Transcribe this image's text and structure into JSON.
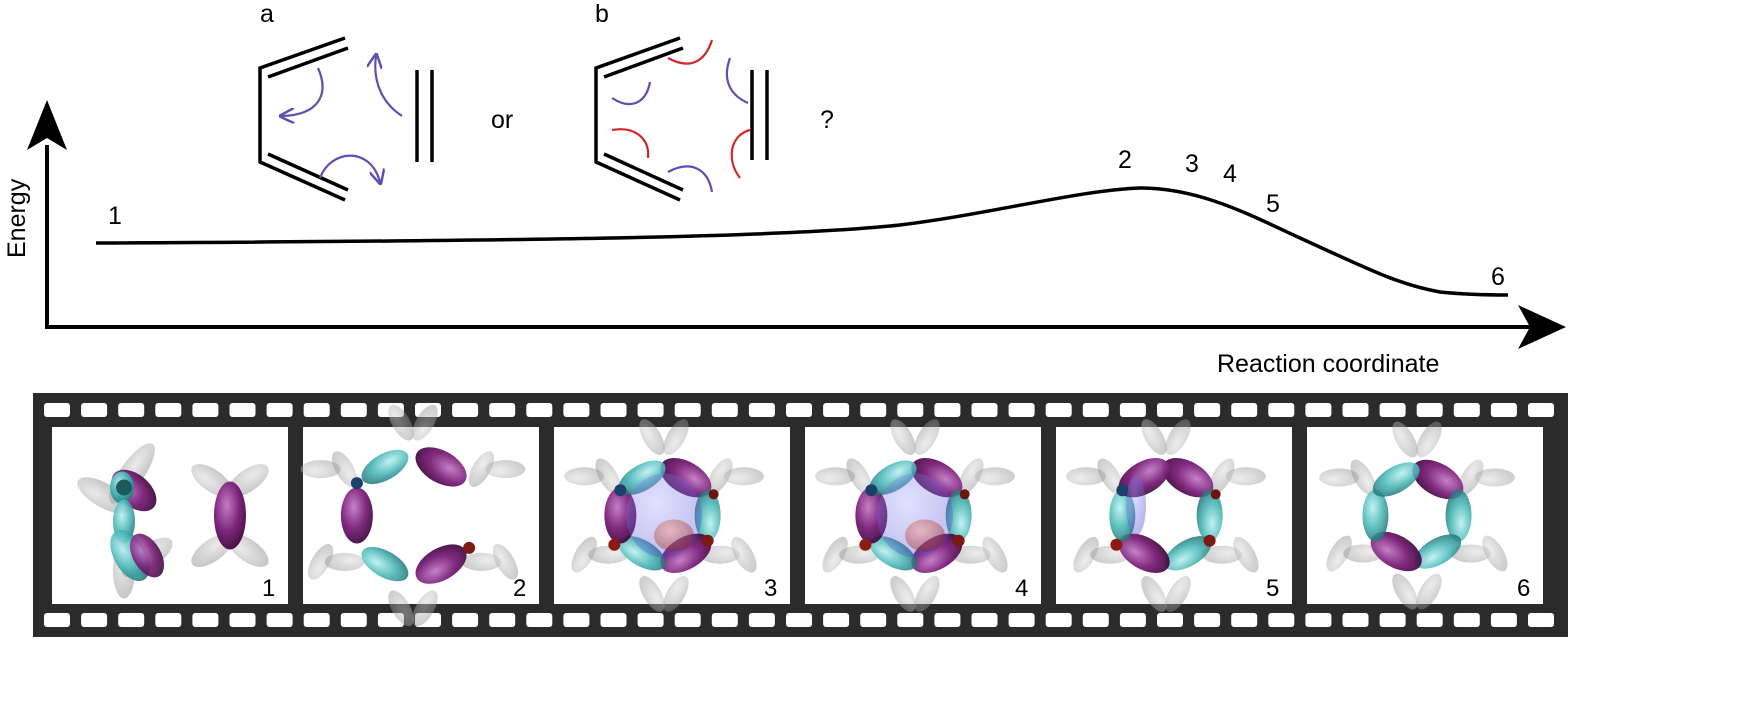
{
  "scheme": {
    "a_label": "a",
    "b_label": "b",
    "or_text": "or",
    "question_mark": "?"
  },
  "energy_diagram": {
    "y_axis_label": "Energy",
    "x_axis_label": "Reaction coordinate",
    "point_labels": [
      "1",
      "2",
      "3",
      "4",
      "5",
      "6"
    ]
  },
  "film_strip": {
    "frames": [
      {
        "label": "1",
        "structure": "separated-butadiene-and-ethylene"
      },
      {
        "label": "2",
        "structure": "approach"
      },
      {
        "label": "3",
        "structure": "transition-ring"
      },
      {
        "label": "4",
        "structure": "transition-ring"
      },
      {
        "label": "5",
        "structure": "forming-ring"
      },
      {
        "label": "6",
        "structure": "cyclohexene"
      }
    ]
  },
  "colors": {
    "electron_arrow_blue": "#5b4fb0",
    "electron_arrow_red": "#d1282a",
    "orbital_purple": "#7a1f78",
    "orbital_cyan": "#3fb3b3",
    "film": "#2b2b2b"
  }
}
